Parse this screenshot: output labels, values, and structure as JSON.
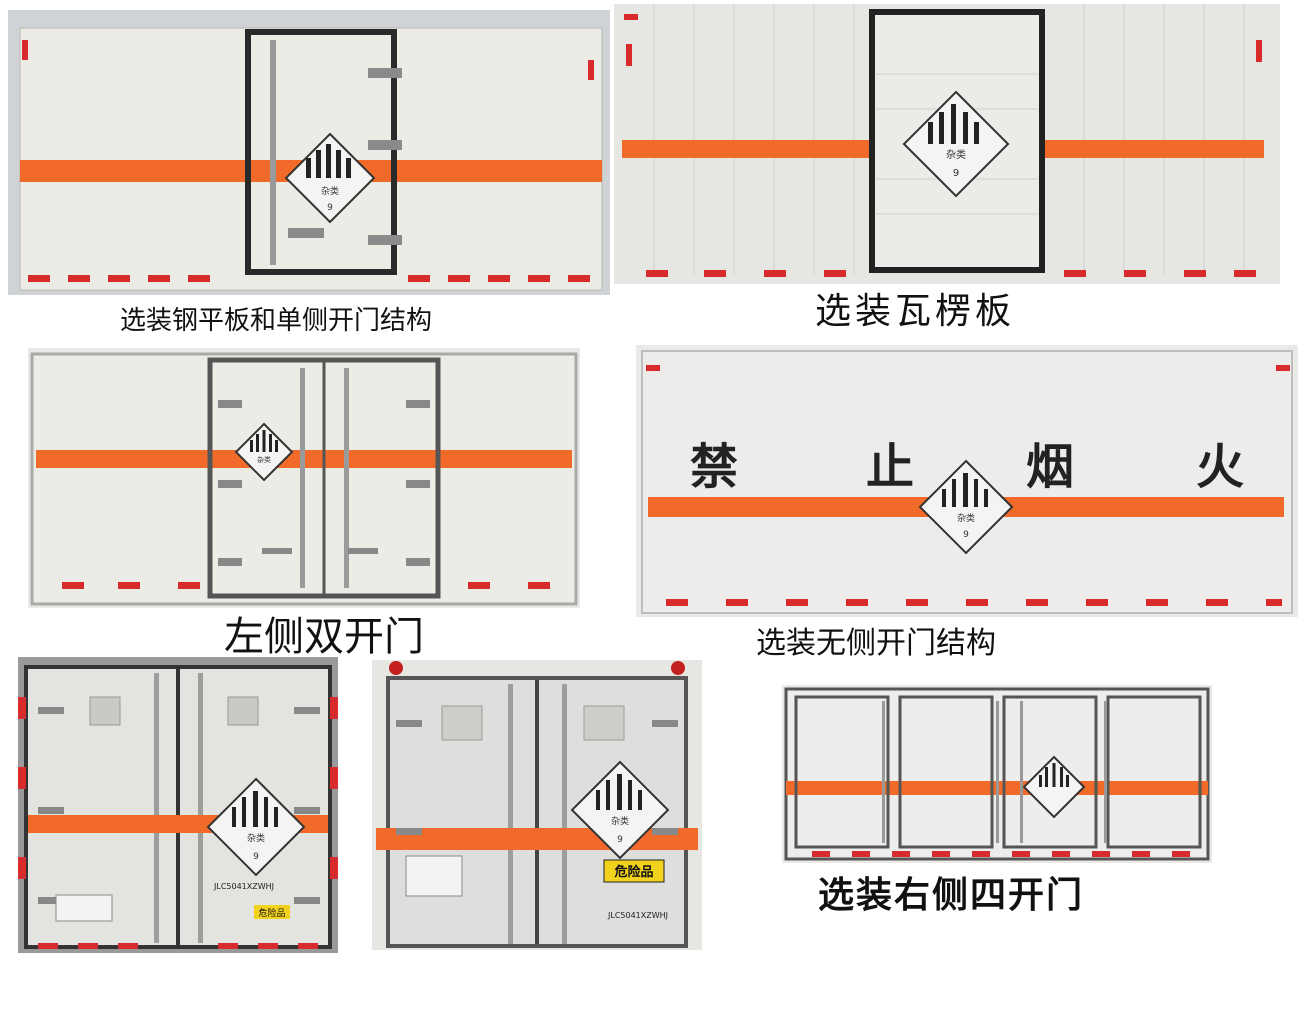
{
  "captions": {
    "steel_flat_single_side_door": "选装钢平板和单侧开门结构",
    "corrugated_board": "选装瓦楞板",
    "left_double_door": "左侧双开门",
    "no_side_door": "选装无侧开门结构",
    "right_four_door": "选装右侧四开门"
  },
  "hazard_sign": {
    "class_text": "杂类",
    "class_number": "9"
  },
  "side_slogan": [
    "禁",
    "止",
    "烟",
    "火"
  ],
  "rear_labels": {
    "dangerous_goods": "危险品",
    "model_code_1": "JLC5041XZWHJ",
    "model_code_2": "JLC5041XZWHJ"
  },
  "colors": {
    "orange_stripe": "#f26a2a",
    "box_panel": "#ecebe6",
    "frame": "#2a2a2a",
    "reflector_red": "#d92b2b",
    "hazard_label_bg": "#f1d21c"
  }
}
